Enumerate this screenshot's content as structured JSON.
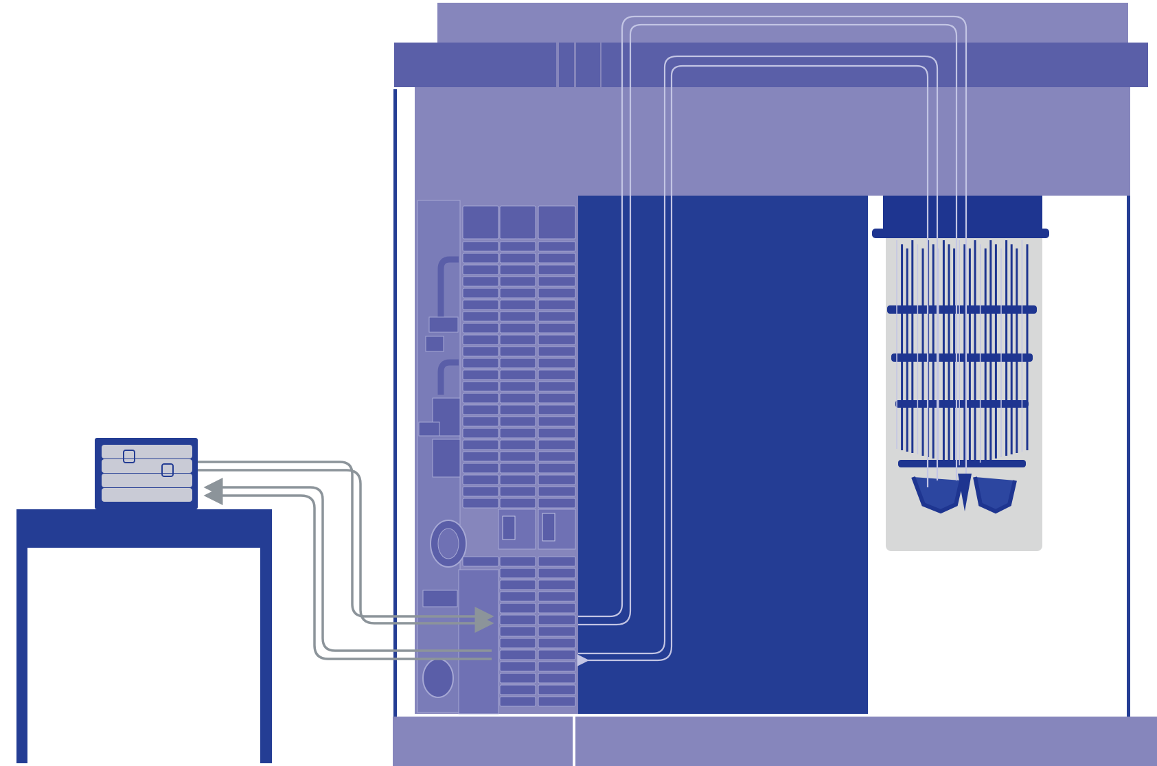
{
  "colors": {
    "background": "#ffffff",
    "enclosure_light": "#8686bc",
    "enclosure_mid": "#5a5fa8",
    "navy": "#243d94",
    "deep_navy": "#1e3590",
    "rack_fill": "#6f71b4",
    "rack_module": "#5a5ea8",
    "rack_line": "#a6a8d4",
    "cable_light": "#c3c5e4",
    "cable_gray": "#8c949a",
    "shield_gray": "#d7d8d8",
    "panel_gray": "#c9cbd6",
    "white": "#ffffff"
  },
  "components": {
    "enclosure": "quantum-computer-enclosure",
    "control_rack": "control-electronics-rack",
    "cryostat": "dilution-refrigerator",
    "workstation": "classical-computer",
    "desk": "desk"
  }
}
